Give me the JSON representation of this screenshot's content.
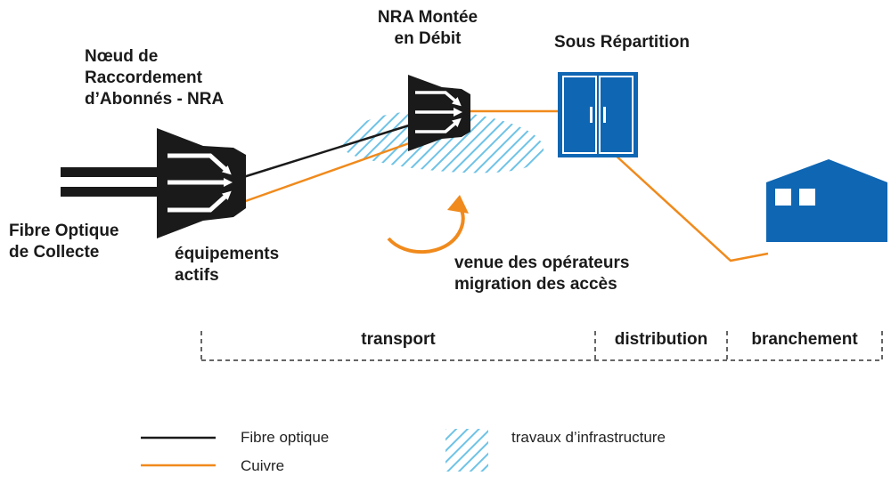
{
  "colors": {
    "fibre": "#1a1a1a",
    "copper": "#f08a1c",
    "infrastructure": "#6ec3e6",
    "equipment_blue": "#0f66b3",
    "text": "#1a1a1a"
  },
  "labels": {
    "nra_line1": "Nœud de",
    "nra_line2": "Raccordement",
    "nra_line3": "d’Abonnés - NRA",
    "nra_md_line1": "NRA Montée",
    "nra_md_line2": "en Débit",
    "sous_repartition": "Sous Répartition",
    "fibre_collecte_line1": "Fibre Optique",
    "fibre_collecte_line2": "de Collecte",
    "equipements_line1": "équipements",
    "equipements_line2": "actifs",
    "venue_line1": "venue des opérateurs",
    "venue_line2": "migration des accès"
  },
  "segments": {
    "transport": "transport",
    "distribution": "distribution",
    "branchement": "branchement"
  },
  "legend": {
    "fibre_optique": "Fibre optique",
    "cuivre": "Cuivre",
    "travaux": "travaux d’infrastructure"
  },
  "icons": [
    "nra-equipment-icon",
    "nra-med-icon",
    "sous-repartition-cabinet-icon",
    "house-icon",
    "migration-arrow-icon"
  ]
}
